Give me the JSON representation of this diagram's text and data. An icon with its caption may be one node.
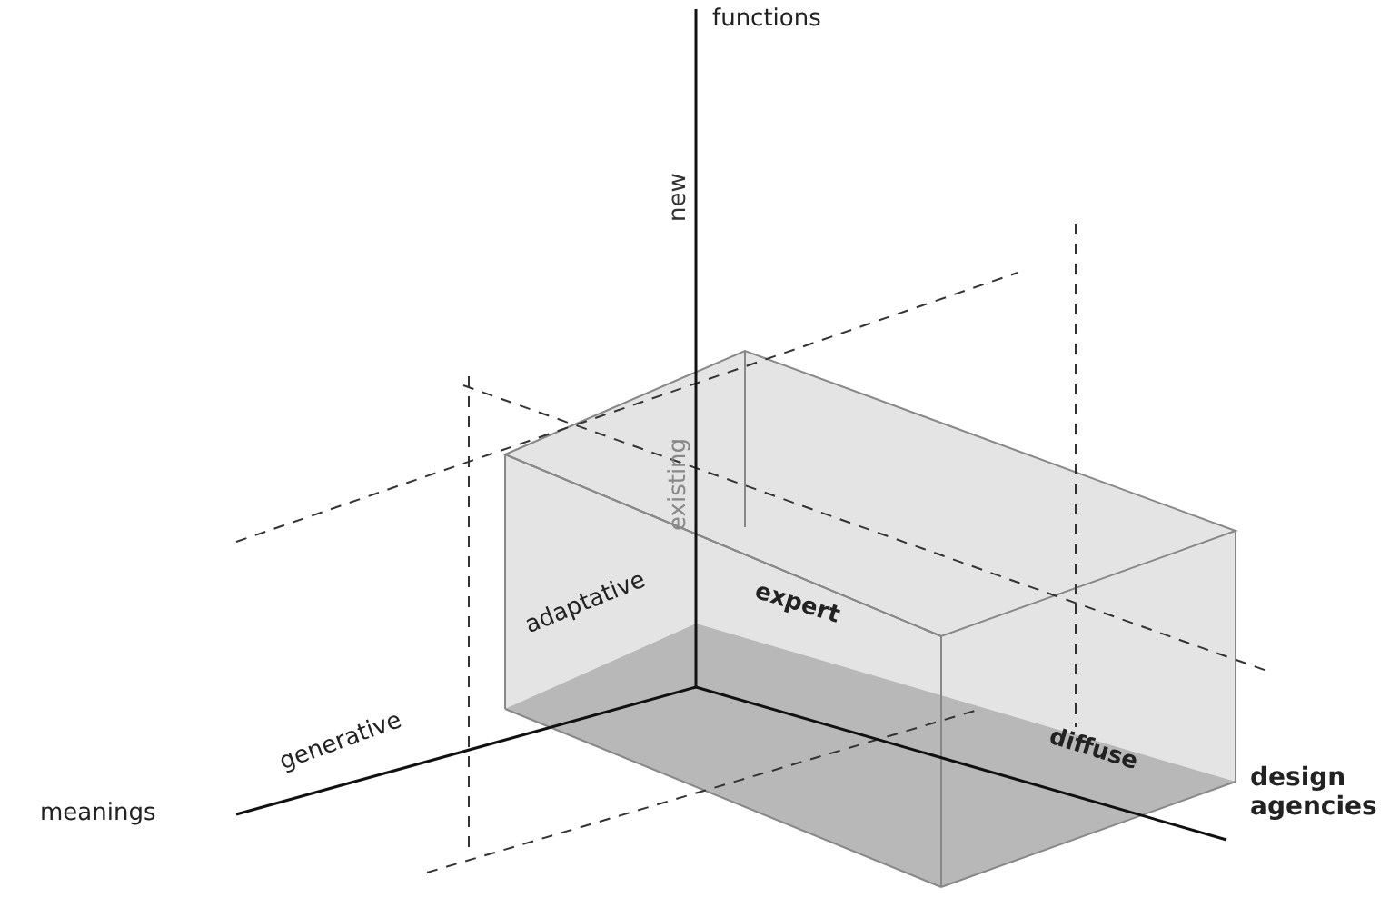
{
  "diagram": {
    "labels": [
      "functions",
      "new",
      "existing",
      "adaptative",
      "expert",
      "generative",
      "diffuse",
      "meanings",
      "design agencies"
    ]
  }
}
